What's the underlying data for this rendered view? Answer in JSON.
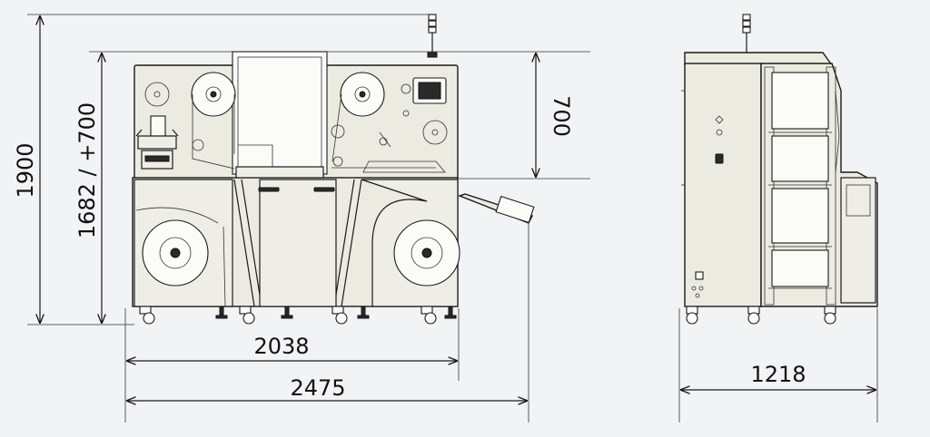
{
  "dimensions": {
    "total_height": "1900",
    "working_height": "1682 / +700",
    "top_section_height": "700",
    "body_width": "2038",
    "total_width": "2475",
    "side_depth": "1218"
  },
  "colors": {
    "background": "#f2f3f5",
    "machine_body": "#ecebe1",
    "line": "#1a1a1a"
  }
}
